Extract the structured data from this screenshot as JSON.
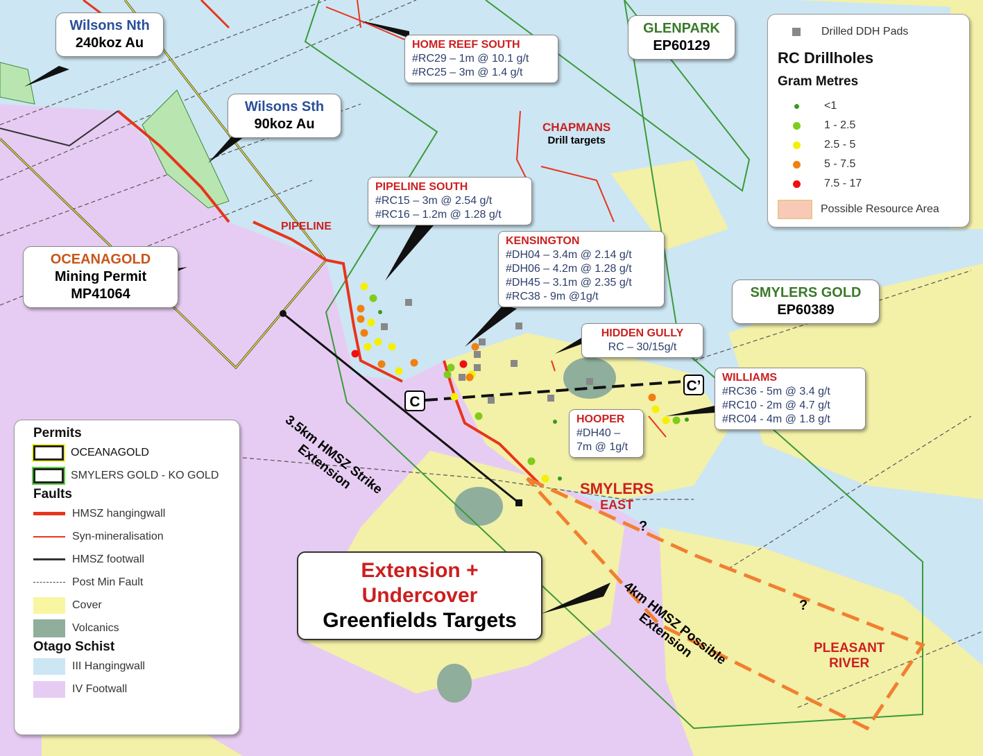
{
  "colors": {
    "hangingwall": "#cde6f3",
    "footwall": "#e6ccf2",
    "cover": "#f3f0a8",
    "volcanics": "#8fae9c",
    "hmsz": "#e8341c",
    "permit_ocg": "#f2ee3a",
    "permit_smylers": "#3a9a3a",
    "resource": "#f0a070"
  },
  "callouts": {
    "wilsons_nth": {
      "title": "Wilsons Nth",
      "value": "240koz Au"
    },
    "wilsons_sth": {
      "title": "Wilsons Sth",
      "value": "90koz Au"
    },
    "home_reef_south": {
      "title": "HOME REEF SOUTH",
      "lines": [
        "#RC29 – 1m @ 10.1 g/t",
        "#RC25 – 3m @ 1.4 g/t"
      ]
    },
    "glenpark": {
      "title": "GLENPARK",
      "value": "EP60129"
    },
    "pipeline_south": {
      "title": "PIPELINE SOUTH",
      "lines": [
        "#RC15 – 3m @ 2.54 g/t",
        "#RC16 – 1.2m @ 1.28 g/t"
      ]
    },
    "kensington": {
      "title": "KENSINGTON",
      "lines": [
        "#DH04 – 3.4m @ 2.14 g/t",
        "#DH06 – 4.2m @ 1.28 g/t",
        "#DH45 – 3.1m @ 2.35 g/t",
        "#RC38 - 9m @1g/t"
      ]
    },
    "oceanagold": {
      "title": "OCEANAGOLD",
      "lines": [
        "Mining Permit",
        "MP41064"
      ]
    },
    "smylers_gold": {
      "title": "SMYLERS GOLD",
      "value": "EP60389"
    },
    "hidden_gully": {
      "title": "HIDDEN GULLY",
      "lines": [
        "RC – 30/15g/t"
      ]
    },
    "williams": {
      "title": "WILLIAMS",
      "lines": [
        "#RC36 - 5m @ 3.4 g/t",
        "#RC10 - 2m @ 4.7 g/t",
        "#RC04 - 4m @ 1.8 g/t"
      ]
    },
    "hooper": {
      "title": "HOOPER",
      "lines": [
        "#DH40 –",
        "7m @ 1g/t"
      ]
    },
    "extension": {
      "lines": [
        "Extension +",
        "Undercover",
        "Greenfields Targets"
      ]
    }
  },
  "map_labels": {
    "chapmans": "CHAPMANS",
    "chapmans_sub": "Drill targets",
    "pipeline": "PIPELINE",
    "smylers_east_1": "SMYLERS",
    "smylers_east_2": "EAST",
    "pleasant_1": "PLEASANT",
    "pleasant_2": "RIVER",
    "q": "?",
    "strike_ext_1": "3.5km HMSZ Strike",
    "strike_ext_2": "Extension",
    "possible_ext_1": "4km HMSZ Possible",
    "possible_ext_2": "Extension",
    "section_c": "C",
    "section_c_prime": "C’"
  },
  "legend_right": {
    "ddh": "Drilled DDH Pads",
    "title": "RC Drillholes",
    "subtitle": "Gram Metres",
    "classes": [
      {
        "label": "<1",
        "color": "#3a9a1a"
      },
      {
        "label": "1 - 2.5",
        "color": "#7fcc1a"
      },
      {
        "label": "2.5 - 5",
        "color": "#f5f000"
      },
      {
        "label": "5  - 7.5",
        "color": "#f08010"
      },
      {
        "label": "7.5 - 17",
        "color": "#ee1010"
      }
    ],
    "resource": "Possible Resource Area"
  },
  "legend_left": {
    "permits": "Permits",
    "ocg": "OCEANAGOLD",
    "smylers": "SMYLERS GOLD - KO GOLD",
    "faults": "Faults",
    "hmsz_hw": "HMSZ hangingwall",
    "syn": "Syn-mineralisation",
    "hmsz_fw": "HMSZ footwall",
    "post": "Post Min Fault",
    "cover": "Cover",
    "volcanics": "Volcanics",
    "schist": "Otago Schist",
    "hw": "III Hangingwall",
    "fw": "IV Footwall"
  }
}
